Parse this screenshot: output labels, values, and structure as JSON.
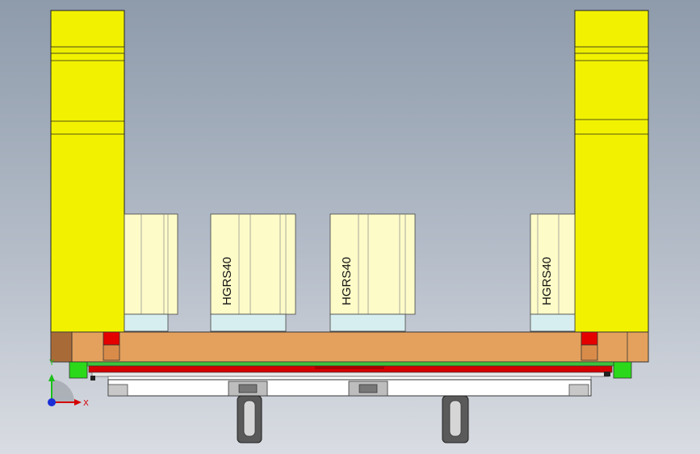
{
  "viewport": {
    "background_top": "#8e9bab",
    "background_bottom": "#d9dce2"
  },
  "colors": {
    "column_yellow": "#f2f200",
    "slider_face": "#fdfbc8",
    "slider_foot": "#d7eef0",
    "base_plate": "#e4a15d",
    "red_block": "#e50000",
    "green_block": "#2bd91a",
    "rail_red": "#d40000",
    "rail_green": "#3cc23c",
    "frame_gray": "#c8c8c8"
  },
  "sliders": [
    {
      "label": ""
    },
    {
      "label": "HGRS40"
    },
    {
      "label": "HGRS40"
    },
    {
      "label": "HGRS40"
    }
  ],
  "triad": {
    "x_label": "X",
    "y_label": "Y",
    "icon": "coordinate-triad-icon"
  }
}
